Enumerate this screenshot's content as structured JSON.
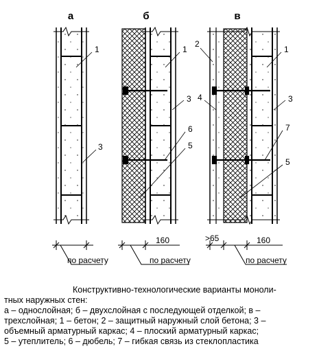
{
  "figure": {
    "panels": [
      {
        "letter": "а",
        "callouts": [
          "1",
          "3"
        ]
      },
      {
        "letter": "б",
        "callouts": [
          "1",
          "3",
          "6",
          "5"
        ]
      },
      {
        "letter": "в",
        "callouts": [
          "2",
          "1",
          "4",
          "3",
          "7",
          "5"
        ]
      }
    ],
    "dimensions": {
      "panel_b_width": "160",
      "panel_v_cover": ">65",
      "panel_v_width": "160",
      "by_calculation": "по расчету"
    }
  },
  "caption": {
    "lines": [
      "Конструктивно-технологические варианты моноли-",
      "тных наружных стен:",
      "а – однослойная; б – двухслойная с последующей отделкой; в –",
      "трехслойная; 1 – бетон; 2 – защитный наружный слой бетона; 3 –",
      "объемный арматурный каркас; 4 – плоский арматурный каркас;",
      "5 – утеплитель; 6 – дюбель; 7 – гибкая связь из стеклопластика"
    ]
  }
}
